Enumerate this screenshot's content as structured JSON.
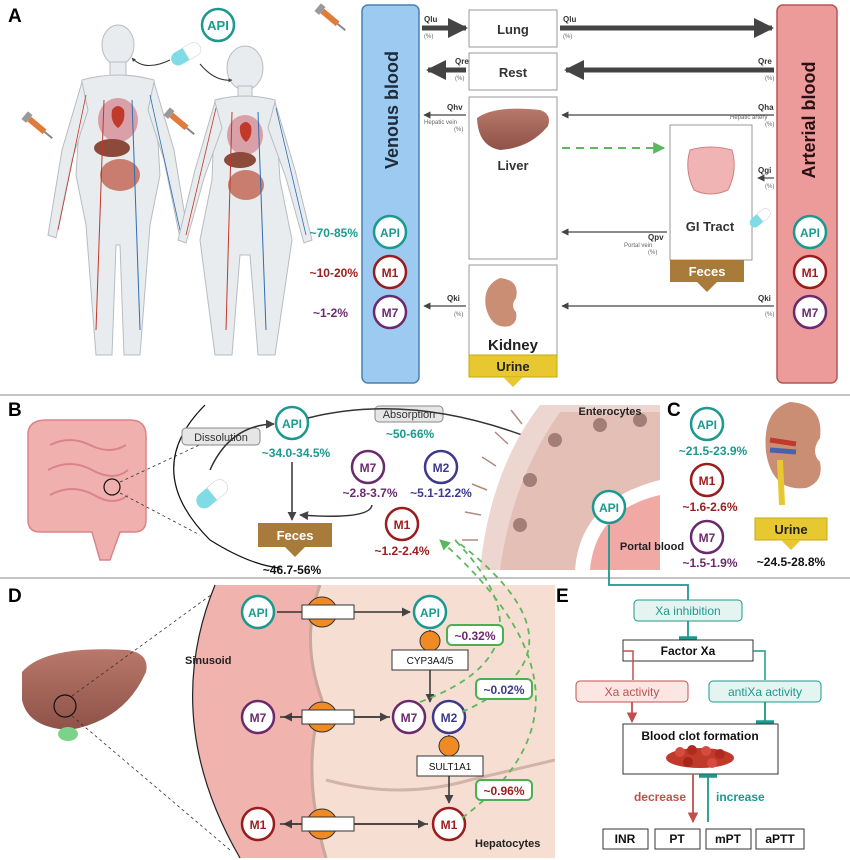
{
  "panels": {
    "a": "A",
    "b": "B",
    "c": "C",
    "d": "D",
    "e": "E"
  },
  "compounds": {
    "api": "API",
    "m1": "M1",
    "m2": "M2",
    "m7": "M7"
  },
  "panel_a": {
    "venous_blood": "Venous blood",
    "arterial_blood": "Arterial blood",
    "organs": {
      "lung": "Lung",
      "rest": "Rest",
      "liver": "Liver",
      "gi_tract": "GI Tract",
      "kidney": "Kidney"
    },
    "excretion": {
      "feces": "Feces",
      "urine": "Urine"
    },
    "flows": {
      "qlu": "Qlu",
      "qre": "Qre",
      "qhv": "Qhv",
      "qha": "Qha",
      "qgi": "Qgi",
      "qpv": "Qpv",
      "qki": "Qki"
    },
    "flow_notes": {
      "hepatic_vein": "Hepatic vein",
      "hepatic_artery": "Hepatic artery",
      "portal_vein": "Portal vein",
      "pct": "(%)"
    },
    "plasma_share": {
      "api": "~70-85%",
      "m1": "~10-20%",
      "m7": "~1-2%"
    }
  },
  "panel_b": {
    "dissolution": "Dissolution",
    "absorption": "Absorption",
    "enterocytes": "Enterocytes",
    "portal_blood": "Portal blood",
    "feces": "Feces",
    "values": {
      "api_dissolved": "~34.0-34.5%",
      "absorbed": "~50-66%",
      "m7": "~2.8-3.7%",
      "m2": "~5.1-12.2%",
      "m1": "~1.2-2.4%",
      "feces": "~46.7-56%"
    }
  },
  "panel_c": {
    "api": "~21.5-23.9%",
    "m1": "~1.6-2.6%",
    "m7": "~1.5-1.9%",
    "urine": "Urine",
    "urine_value": "~24.5-28.8%"
  },
  "panel_d": {
    "sinusoid": "Sinusoid",
    "hepatocytes": "Hepatocytes",
    "enzyme_1": "CYP3A4/5",
    "enzyme_2": "SULT1A1",
    "frac_m7": "~0.32%",
    "frac_m2": "~0.02%",
    "frac_m1": "~0.96%"
  },
  "panel_e": {
    "xa_inhibition": "Xa inhibition",
    "factor_xa": "Factor Xa",
    "xa_activity": "Xa activity",
    "antixa_activity": "antiXa activity",
    "clot": "Blood clot formation",
    "decrease": "decrease",
    "increase": "increase",
    "tests": [
      "INR",
      "PT",
      "mPT",
      "aPTT"
    ]
  },
  "colors": {
    "api": "#1a9a8e",
    "m1": "#9b1c1c",
    "m7": "#6b2a6e",
    "m2": "#3d3a8c",
    "venous": "#9ccaf0",
    "arterial": "#ec9a9a",
    "feces": "#a87b3b",
    "urine": "#e8c830",
    "green": "#4caf50",
    "transporter": "#f08a24"
  }
}
